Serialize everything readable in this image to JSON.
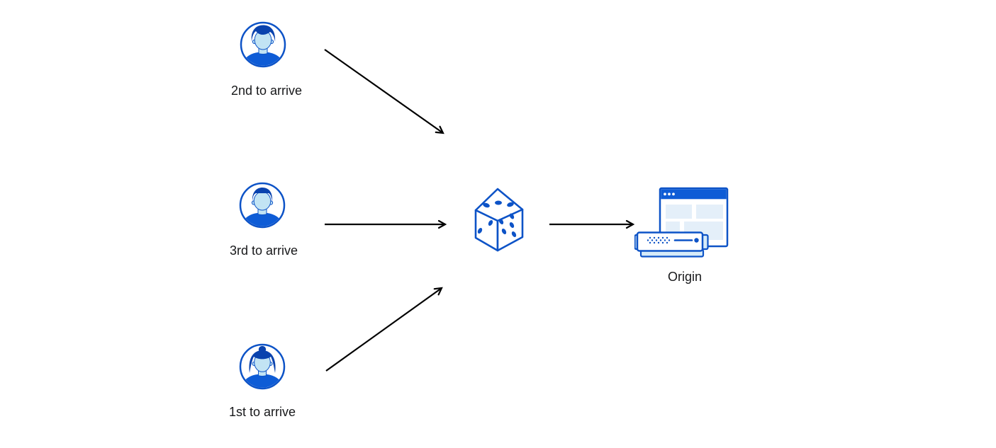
{
  "diagram": {
    "clients": [
      {
        "label": "2nd to arrive",
        "icon": "user-avatar-man-swept-hair-icon"
      },
      {
        "label": "3rd to arrive",
        "icon": "user-avatar-man-flat-top-icon"
      },
      {
        "label": "1st to arrive",
        "icon": "user-avatar-woman-bun-icon"
      }
    ],
    "selector": {
      "icon": "dice-icon"
    },
    "origin": {
      "label": "Origin",
      "icon": "origin-server-icon"
    }
  },
  "colors": {
    "outline_blue": "#0d53c7",
    "dark_blue": "#0a43ae",
    "mid_blue": "#0e5cd6",
    "light_blue": "#c2e4f4",
    "pale_blue": "#e4eff9",
    "server_light": "#d6ebf8",
    "arrow_black": "#000000",
    "label_text": "#17181a",
    "background": "#ffffff"
  }
}
